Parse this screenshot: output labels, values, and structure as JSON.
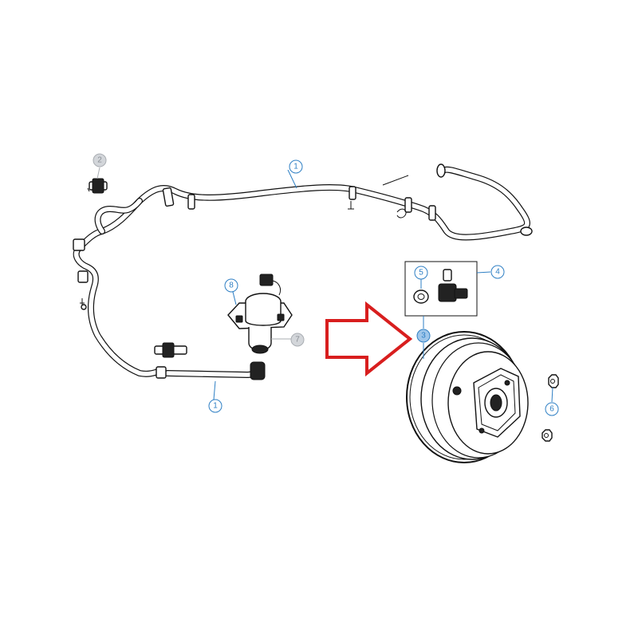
{
  "callouts": [
    {
      "id": "c1a",
      "label": "1",
      "style": "normal"
    },
    {
      "id": "c1b",
      "label": "1",
      "style": "normal"
    },
    {
      "id": "c2",
      "label": "2",
      "style": "muted"
    },
    {
      "id": "c3",
      "label": "3",
      "style": "active"
    },
    {
      "id": "c4",
      "label": "4",
      "style": "normal"
    },
    {
      "id": "c5",
      "label": "5",
      "style": "normal"
    },
    {
      "id": "c6",
      "label": "6",
      "style": "normal"
    },
    {
      "id": "c7",
      "label": "7",
      "style": "muted"
    },
    {
      "id": "c8",
      "label": "8",
      "style": "normal"
    }
  ],
  "colors": {
    "callout": "#2e7fc4",
    "callout_muted": "#a9adb2",
    "arrow": "#d81e1e",
    "line_art": "#111111"
  }
}
